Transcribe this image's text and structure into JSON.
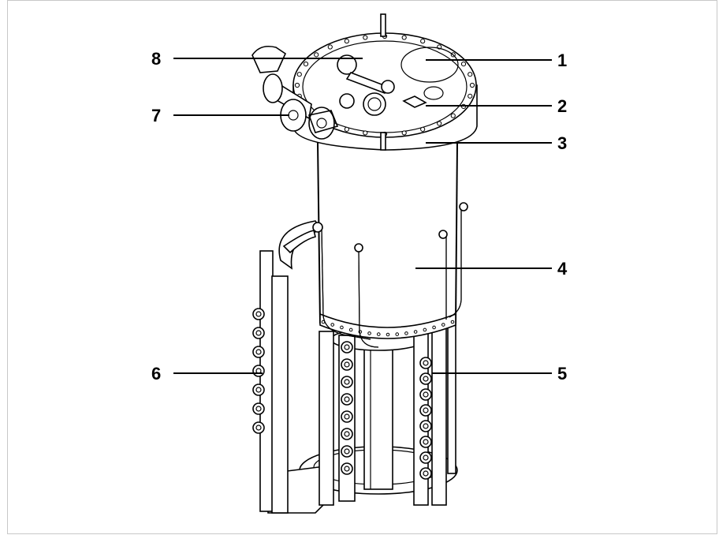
{
  "figure": {
    "callouts": [
      {
        "id": "1",
        "text": "1"
      },
      {
        "id": "2",
        "text": "2"
      },
      {
        "id": "3",
        "text": "3"
      },
      {
        "id": "4",
        "text": "4"
      },
      {
        "id": "5",
        "text": "5"
      },
      {
        "id": "6",
        "text": "6"
      },
      {
        "id": "7",
        "text": "7"
      },
      {
        "id": "8",
        "text": "8"
      }
    ]
  }
}
